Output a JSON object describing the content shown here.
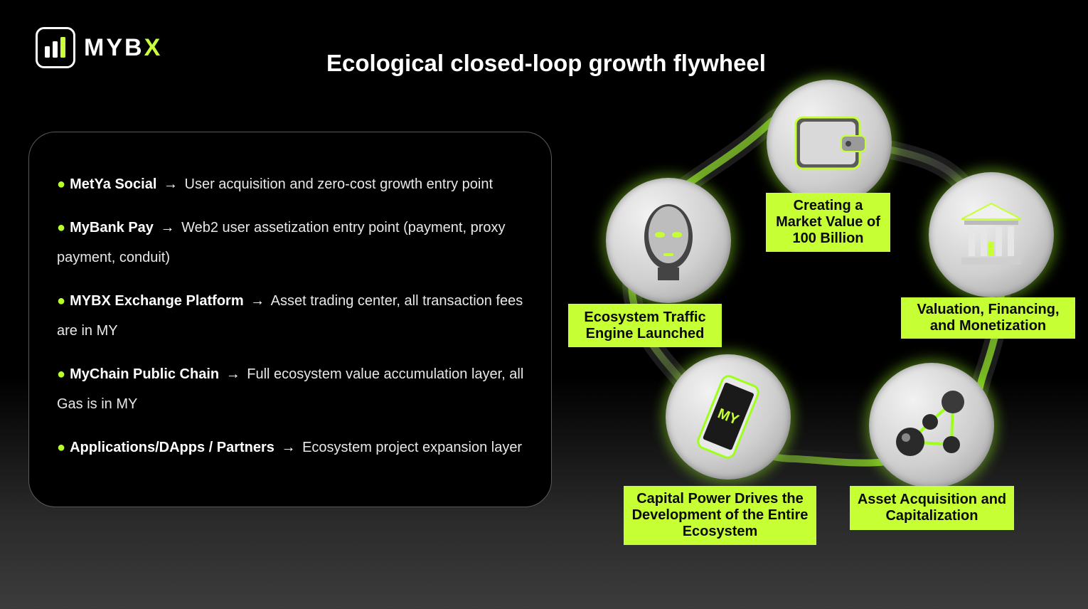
{
  "brand": {
    "name_prefix": "MYB",
    "name_suffix": "X"
  },
  "title": "Ecological closed-loop growth flywheel",
  "items": [
    {
      "name": "MetYa Social",
      "arrow": "→",
      "text": "User acquisition and zero-cost growth entry point"
    },
    {
      "name": "MyBank Pay",
      "arrow": "→",
      "text": "Web2 user assetization entry point (payment, proxy payment, conduit)"
    },
    {
      "name": "MYBX Exchange Platform",
      "arrow": "→",
      "text": "Asset trading center, all transaction fees are in MY"
    },
    {
      "name": "MyChain Public Chain",
      "arrow": "→",
      "text": "Full ecosystem value accumulation layer, all Gas is in MY"
    },
    {
      "name": "Applications/DApps / Partners",
      "arrow": "→",
      "text": "Ecosystem project expansion layer"
    }
  ],
  "flywheel": {
    "labels": {
      "traffic": "Ecosystem Traffic Engine Launched",
      "market_value": "Creating a Market Value of 100 Billion",
      "valuation": "Valuation, Financing, and Monetization",
      "asset": "Asset Acquisition and Capitalization",
      "capital": "Capital Power Drives the Development of the Entire Ecosystem"
    },
    "phone_text": "MY",
    "icons": [
      "head-icon",
      "wallet-icon",
      "bank-icon",
      "molecule-icon",
      "phone-icon"
    ]
  },
  "colors": {
    "accent": "#c6ff33",
    "glow": "#9dff1a",
    "background": "#000000"
  }
}
